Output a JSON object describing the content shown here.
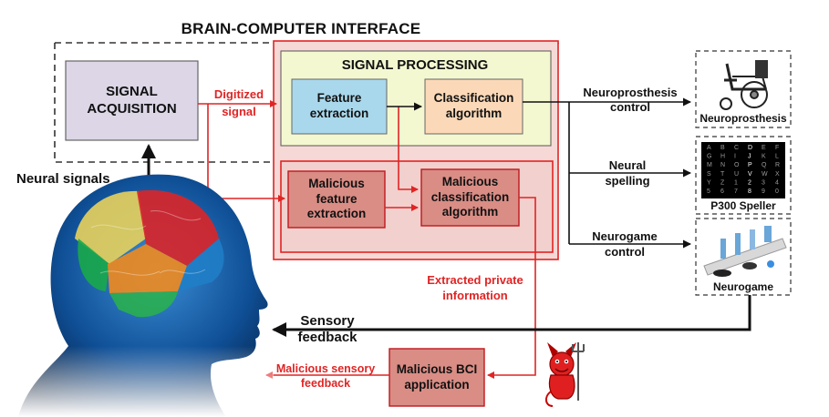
{
  "title": "BRAIN-COMPUTER INTERFACE",
  "signal_acquisition": "SIGNAL ACQUISITION",
  "signal_processing": "SIGNAL PROCESSING",
  "feature_extraction": "Feature extraction",
  "classification_algorithm": "Classification algorithm",
  "malicious_feature_extraction": "Malicious feature extraction",
  "malicious_classification_algorithm": "Malicious classification algorithm",
  "digitized_signal": "Digitized signal",
  "neural_signals": "Neural signals",
  "neuroprosthesis_control": "Neuroprosthesis control",
  "neural_spelling": "Neural spelling",
  "neurogame_control": "Neurogame control",
  "neuroprosthesis": "Neuroprosthesis",
  "p300_speller": "P300 Speller",
  "neurogame": "Neurogame",
  "extracted_private_information": "Extracted private information",
  "sensory_feedback": "Sensory feedback",
  "malicious_bci_application": "Malicious BCI application",
  "malicious_sensory_feedback": "Malicious sensory feedback",
  "speller_grid": [
    "A",
    "B",
    "C",
    "D",
    "E",
    "F",
    "G",
    "H",
    "I",
    "J",
    "K",
    "L",
    "M",
    "N",
    "O",
    "P",
    "Q",
    "R",
    "S",
    "T",
    "U",
    "V",
    "W",
    "X",
    "Y",
    "Z",
    "1",
    "2",
    "3",
    "4",
    "5",
    "6",
    "7",
    "8",
    "9",
    "0"
  ],
  "colors": {
    "red": "#e02424",
    "dark_red": "#c0181c",
    "acq_fill": "#dcd6e6",
    "sp_fill": "#f4f8d0",
    "fe_fill": "#a9d8ec",
    "ca_fill": "#fbd9b8",
    "mal_fill": "#d98d85",
    "mal_region_fill": "#f2d0cd"
  }
}
